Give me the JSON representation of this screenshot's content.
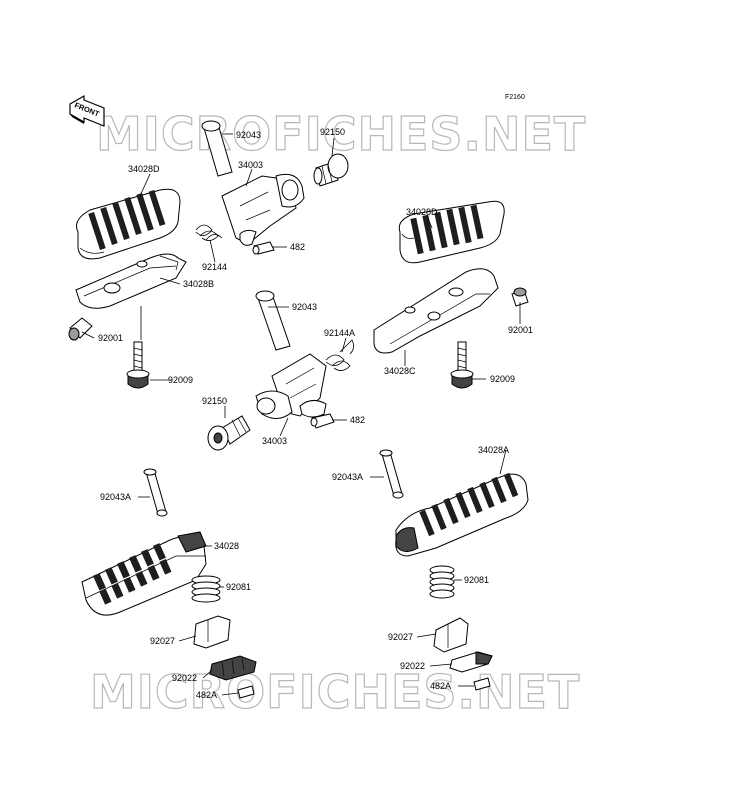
{
  "figure_code": "F2160",
  "front_badge": "FRONT",
  "watermark": "MICROFICHES.NET",
  "parts": {
    "p34028D_left": "34028D",
    "p92043_top": "92043",
    "p92150_top": "92150",
    "p34003_top": "34003",
    "p482_top": "482",
    "p92144": "92144",
    "p34028B": "34028B",
    "p92001_left": "92001",
    "p92009_left": "92009",
    "p34028D_right": "34028D",
    "p92001_right": "92001",
    "p92043_mid": "92043",
    "p92144A": "92144A",
    "p34028C": "34028C",
    "p92009_right": "92009",
    "p92150_mid": "92150",
    "p482_mid": "482",
    "p34003_mid": "34003",
    "p34028A": "34028A",
    "p92043A_right": "92043A",
    "p92043A_left": "92043A",
    "p34028": "34028",
    "p92081_left": "92081",
    "p92027_left": "92027",
    "p92022_left": "92022",
    "p482A_left": "482A",
    "p92081_right": "92081",
    "p92027_right": "92027",
    "p92022_right": "92022",
    "p482A_right": "482A"
  }
}
